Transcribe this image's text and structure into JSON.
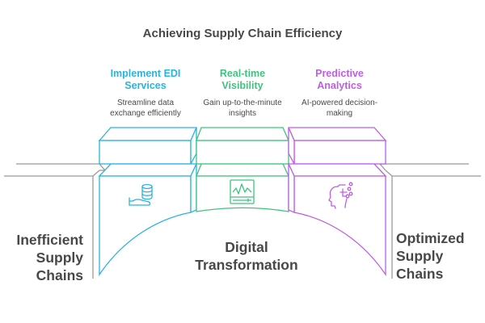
{
  "title": "Achieving Supply Chain Efficiency",
  "colors": {
    "blue": "#29B4E0",
    "green": "#3DC47E",
    "purple": "#BE5DE6",
    "gray": "#9A9A9A",
    "text": "#484848"
  },
  "columns": [
    {
      "heading": "Implement EDI Services",
      "heading_lines": [
        "Implement EDI",
        "Services"
      ],
      "description_lines": [
        "Streamline data",
        "exchange efficiently"
      ],
      "icon": "database-hand-icon",
      "color": "#29B4E0"
    },
    {
      "heading": "Real-time Visibility",
      "heading_lines": [
        "Real-time",
        "Visibility"
      ],
      "description_lines": [
        "Gain up-to-the-minute",
        "insights"
      ],
      "icon": "monitor-waveform-icon",
      "color": "#3DC47E"
    },
    {
      "heading": "Predictive Analytics",
      "heading_lines": [
        "Predictive",
        "Analytics"
      ],
      "description_lines": [
        "AI-powered decision-",
        "making"
      ],
      "icon": "ai-head-circuit-icon",
      "color": "#BE5DE6"
    }
  ],
  "left_label_lines": [
    "Inefficient",
    "Supply",
    "Chains"
  ],
  "center_label_lines": [
    "Digital",
    "Transformation"
  ],
  "right_label_lines": [
    "Optimized",
    "Supply",
    "Chains"
  ]
}
